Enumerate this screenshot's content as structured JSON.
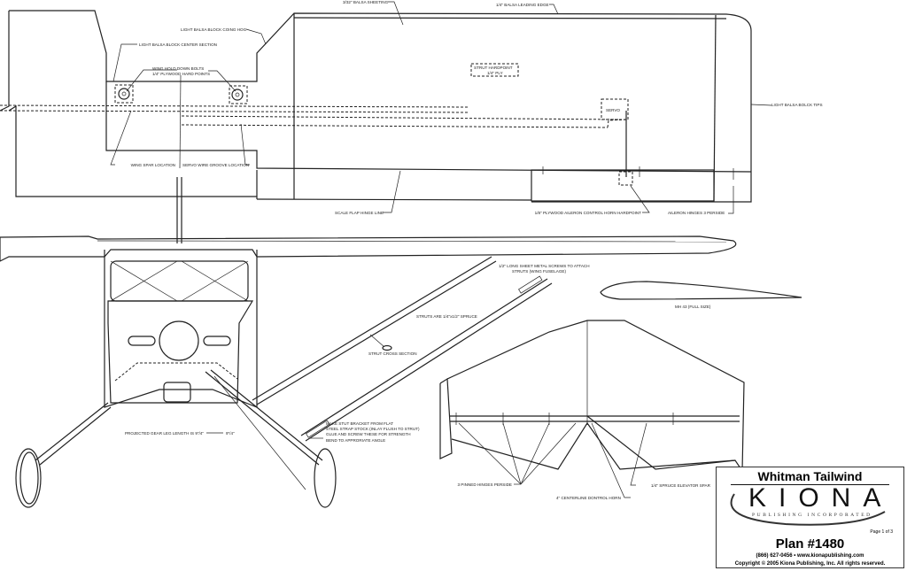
{
  "wing_plan_labels": {
    "balsa_sheeting": "3/32\" BALSA SHEETING",
    "leading_edge": "1/4\" BALSA LEADING EDGE",
    "block_cowling": "LIGHT BALSA BLOCK COING HOG",
    "block_center": "LIGHT BALSA BLOCK CENTER SECTION",
    "hold_down_1": "WING HOLD DOWN BOLTS",
    "hold_down_2": "1/4\" PLYWOOD HARD POINTS",
    "strut_hardpoint_1": "STRUT HARDPOINT",
    "strut_hardpoint_2": "1/4\" PLY",
    "servo": "SERVO",
    "tip_blocks": "LIGHT BALSA BOLCK TIPS",
    "spar_location": "WING SPAR LOCATION",
    "servo_groove": "SERVO WIRE GROOVE LOCATION",
    "flap_hinge": "SCALE FLAP HINGE LINE",
    "aileron_horn": "1/8\" PLYWOOD AILERON CONTROL HORN HARDPOINT",
    "aileron_hinges": "AILERON HINGES 3  PERSIDE"
  },
  "side_view_labels": {
    "screws_1": "1/2\" LONG SHEET METAL SCREWS TO ATTACH",
    "screws_2": "STRUTS (WING     FUSELAGE)",
    "struts": "STRUTS ARE 1/4\"x1/2\" SPRUCE",
    "strut_section": "STRUT CROSS SECTION",
    "bracket_1": "MAKE STUT BRACKET FROM FLAT",
    "bracket_2": "STEEL STRAP STOCK (INLAY FLUSH TO STRUT)",
    "bracket_3": "GLUE AND SCREW THESE FOR STRENGTH",
    "bend": "BEND TO APPRORIATE ANGLE",
    "gear_leg": "PROJECTED GEAR LEG LENGTH IS 9\"/4\"",
    "gear_dim": "9\"/4\"",
    "airfoil": "MH 43  (FULL SIZE)"
  },
  "tail_labels": {
    "hinges": "3 PINNED HINGES PERSIDE",
    "control_horn": "4\" CENTERLINE DONTROL HORN",
    "elevator_spar": "1/4\" SPRUCE ELEVATOR SPAR"
  },
  "title_block": {
    "model_name": "Whitman Tailwind",
    "logo": "KIONA",
    "logo_sub": "Publishing Incorporated",
    "page": "Page 1 of 3",
    "plan_number": "Plan #1480",
    "contact": "(866) 627-0456 • www.kionapublishing.com",
    "copyright": "Copyright © 2005 Kiona Publishing, Inc. All rights reserved."
  }
}
